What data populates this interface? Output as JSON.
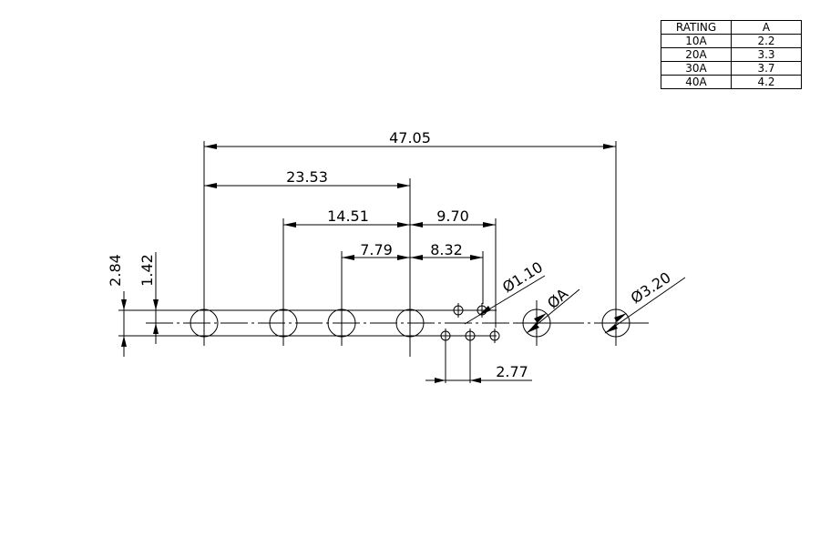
{
  "table": {
    "headers": [
      "RATING",
      "A"
    ],
    "rows": [
      [
        "10A",
        "2.2"
      ],
      [
        "20A",
        "3.3"
      ],
      [
        "30A",
        "3.7"
      ],
      [
        "40A",
        "4.2"
      ]
    ]
  },
  "dimensions": {
    "d_47_05": "47.05",
    "d_23_53": "23.53",
    "d_14_51": "14.51",
    "d_9_70": "9.70",
    "d_7_79": "7.79",
    "d_8_32": "8.32",
    "d_2_84": "2.84",
    "d_1_42": "1.42",
    "d_2_77": "2.77",
    "dia_1_10": "Ø1.10",
    "dia_a": "ØA",
    "dia_3_20": "Ø3.20"
  }
}
